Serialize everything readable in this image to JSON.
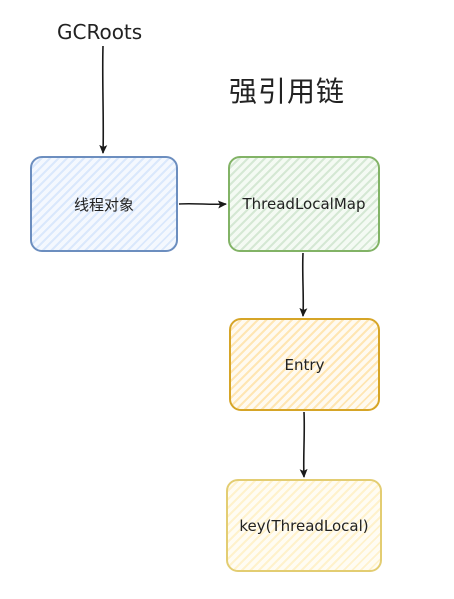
{
  "root_label": "GCRoots",
  "heading": "强引用链",
  "nodes": {
    "thread_object": "线程对象",
    "thread_local_map": "ThreadLocalMap",
    "entry": "Entry",
    "key": "key(ThreadLocal)"
  },
  "colors": {
    "thread_object_border": "#6c8ebf",
    "thread_local_map_border": "#82b366",
    "entry_border": "#d6a527",
    "key_border": "#e3cd72",
    "arrow": "#1a1a1a"
  }
}
